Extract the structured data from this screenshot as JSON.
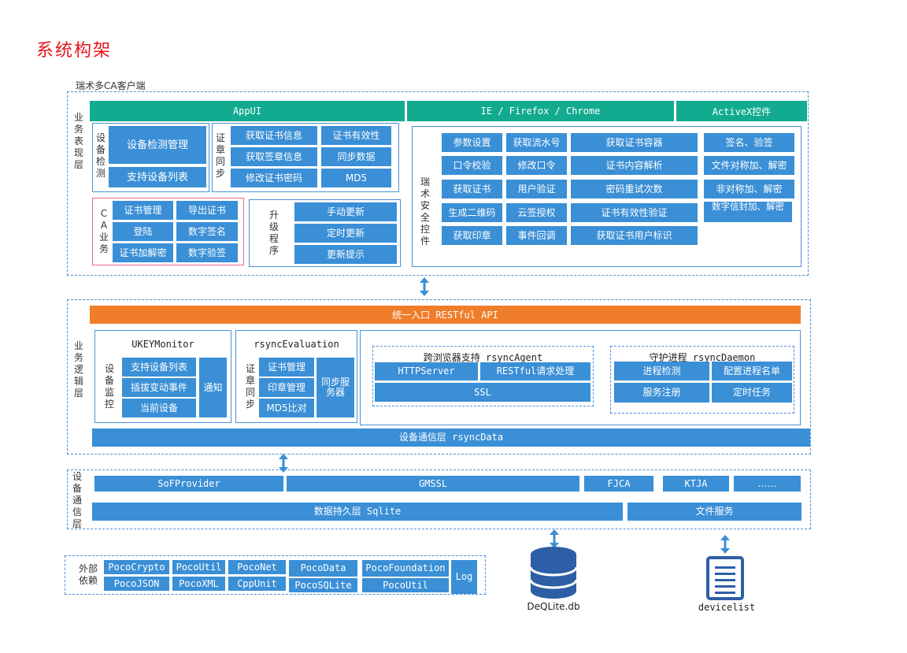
{
  "title": "系统构架",
  "client_label": "瑞术多CA客户端",
  "presentation_layer": {
    "label": "业务表现层",
    "appui": "AppUI",
    "browsers": "IE / Firefox / Chrome",
    "activex": "ActiveX控件",
    "device_detect": {
      "label": "设备检测",
      "items": [
        "设备检测管理",
        "支持设备列表"
      ]
    },
    "cert_sync": {
      "label": "证章同步",
      "items": [
        "获取证书信息",
        "证书有效性",
        "获取签章信息",
        "同步数据",
        "修改证书密码",
        "MD5"
      ]
    },
    "ca_business": {
      "label": "CA业务",
      "items": [
        "证书管理",
        "导出证书",
        "登陆",
        "数字签名",
        "证书加解密",
        "数字验签"
      ]
    },
    "upgrade": {
      "label": "升级程序",
      "items": [
        "手动更新",
        "定时更新",
        "更新提示"
      ]
    },
    "security_control": {
      "label": "瑞术安全控件",
      "items": [
        "参数设置",
        "获取流水号",
        "获取证书容器",
        "签名、验签",
        "口令校验",
        "修改口令",
        "证书内容解析",
        "文件对称加、解密",
        "获取证书",
        "用户验证",
        "密码重试次数",
        "非对称加、解密",
        "生成二维码",
        "云签授权",
        "证书有效性验证",
        "数字信封加、解密",
        "获取印章",
        "事件回调",
        "获取证书用户标识"
      ]
    }
  },
  "logic_layer": {
    "label": "业务逻辑层",
    "api": "统一入口 RESTful API",
    "ukey": {
      "title": "UKEYMonitor",
      "label": "设备监控",
      "items": [
        "支持设备列表",
        "插拔变动事件",
        "当前设备"
      ],
      "notify": "通知"
    },
    "rsync_eval": {
      "title": "rsyncEvaluation",
      "label": "证章同步",
      "items": [
        "证书管理",
        "印章管理",
        "MD5比对"
      ],
      "sync_server": "同步服务器"
    },
    "agent": {
      "title": "跨浏览器支持 rsyncAgent",
      "items": [
        "HTTPServer",
        "RESTful请求处理",
        "SSL"
      ]
    },
    "daemon": {
      "title": "守护进程 rsyncDaemon",
      "items": [
        "进程检测",
        "配置进程名单",
        "服务注册",
        "定时任务"
      ]
    },
    "device_comm": "设备通信层 rsyncData"
  },
  "device_layer": {
    "label": "设备通信层",
    "items": [
      "SoFProvider",
      "GMSSL",
      "FJCA",
      "KTJA",
      "……"
    ],
    "persist": "数据持久层 Sqlite",
    "file_service": "文件服务"
  },
  "external": {
    "label": "外部依赖",
    "items": [
      "PocoCrypto",
      "PocoUtil",
      "PocoNet",
      "PocoData",
      "PocoFoundation",
      "Log",
      "PocoJSON",
      "PocoXML",
      "CppUnit",
      "PocoSQLite",
      "PocoUtil"
    ]
  },
  "storage": {
    "db_label": "DeQLite.db",
    "list_label": "devicelist"
  },
  "colors": {
    "blue": "#3a8fd6",
    "teal": "#12ab8f",
    "orange": "#f07d2a",
    "title_red": "#e8151b"
  }
}
